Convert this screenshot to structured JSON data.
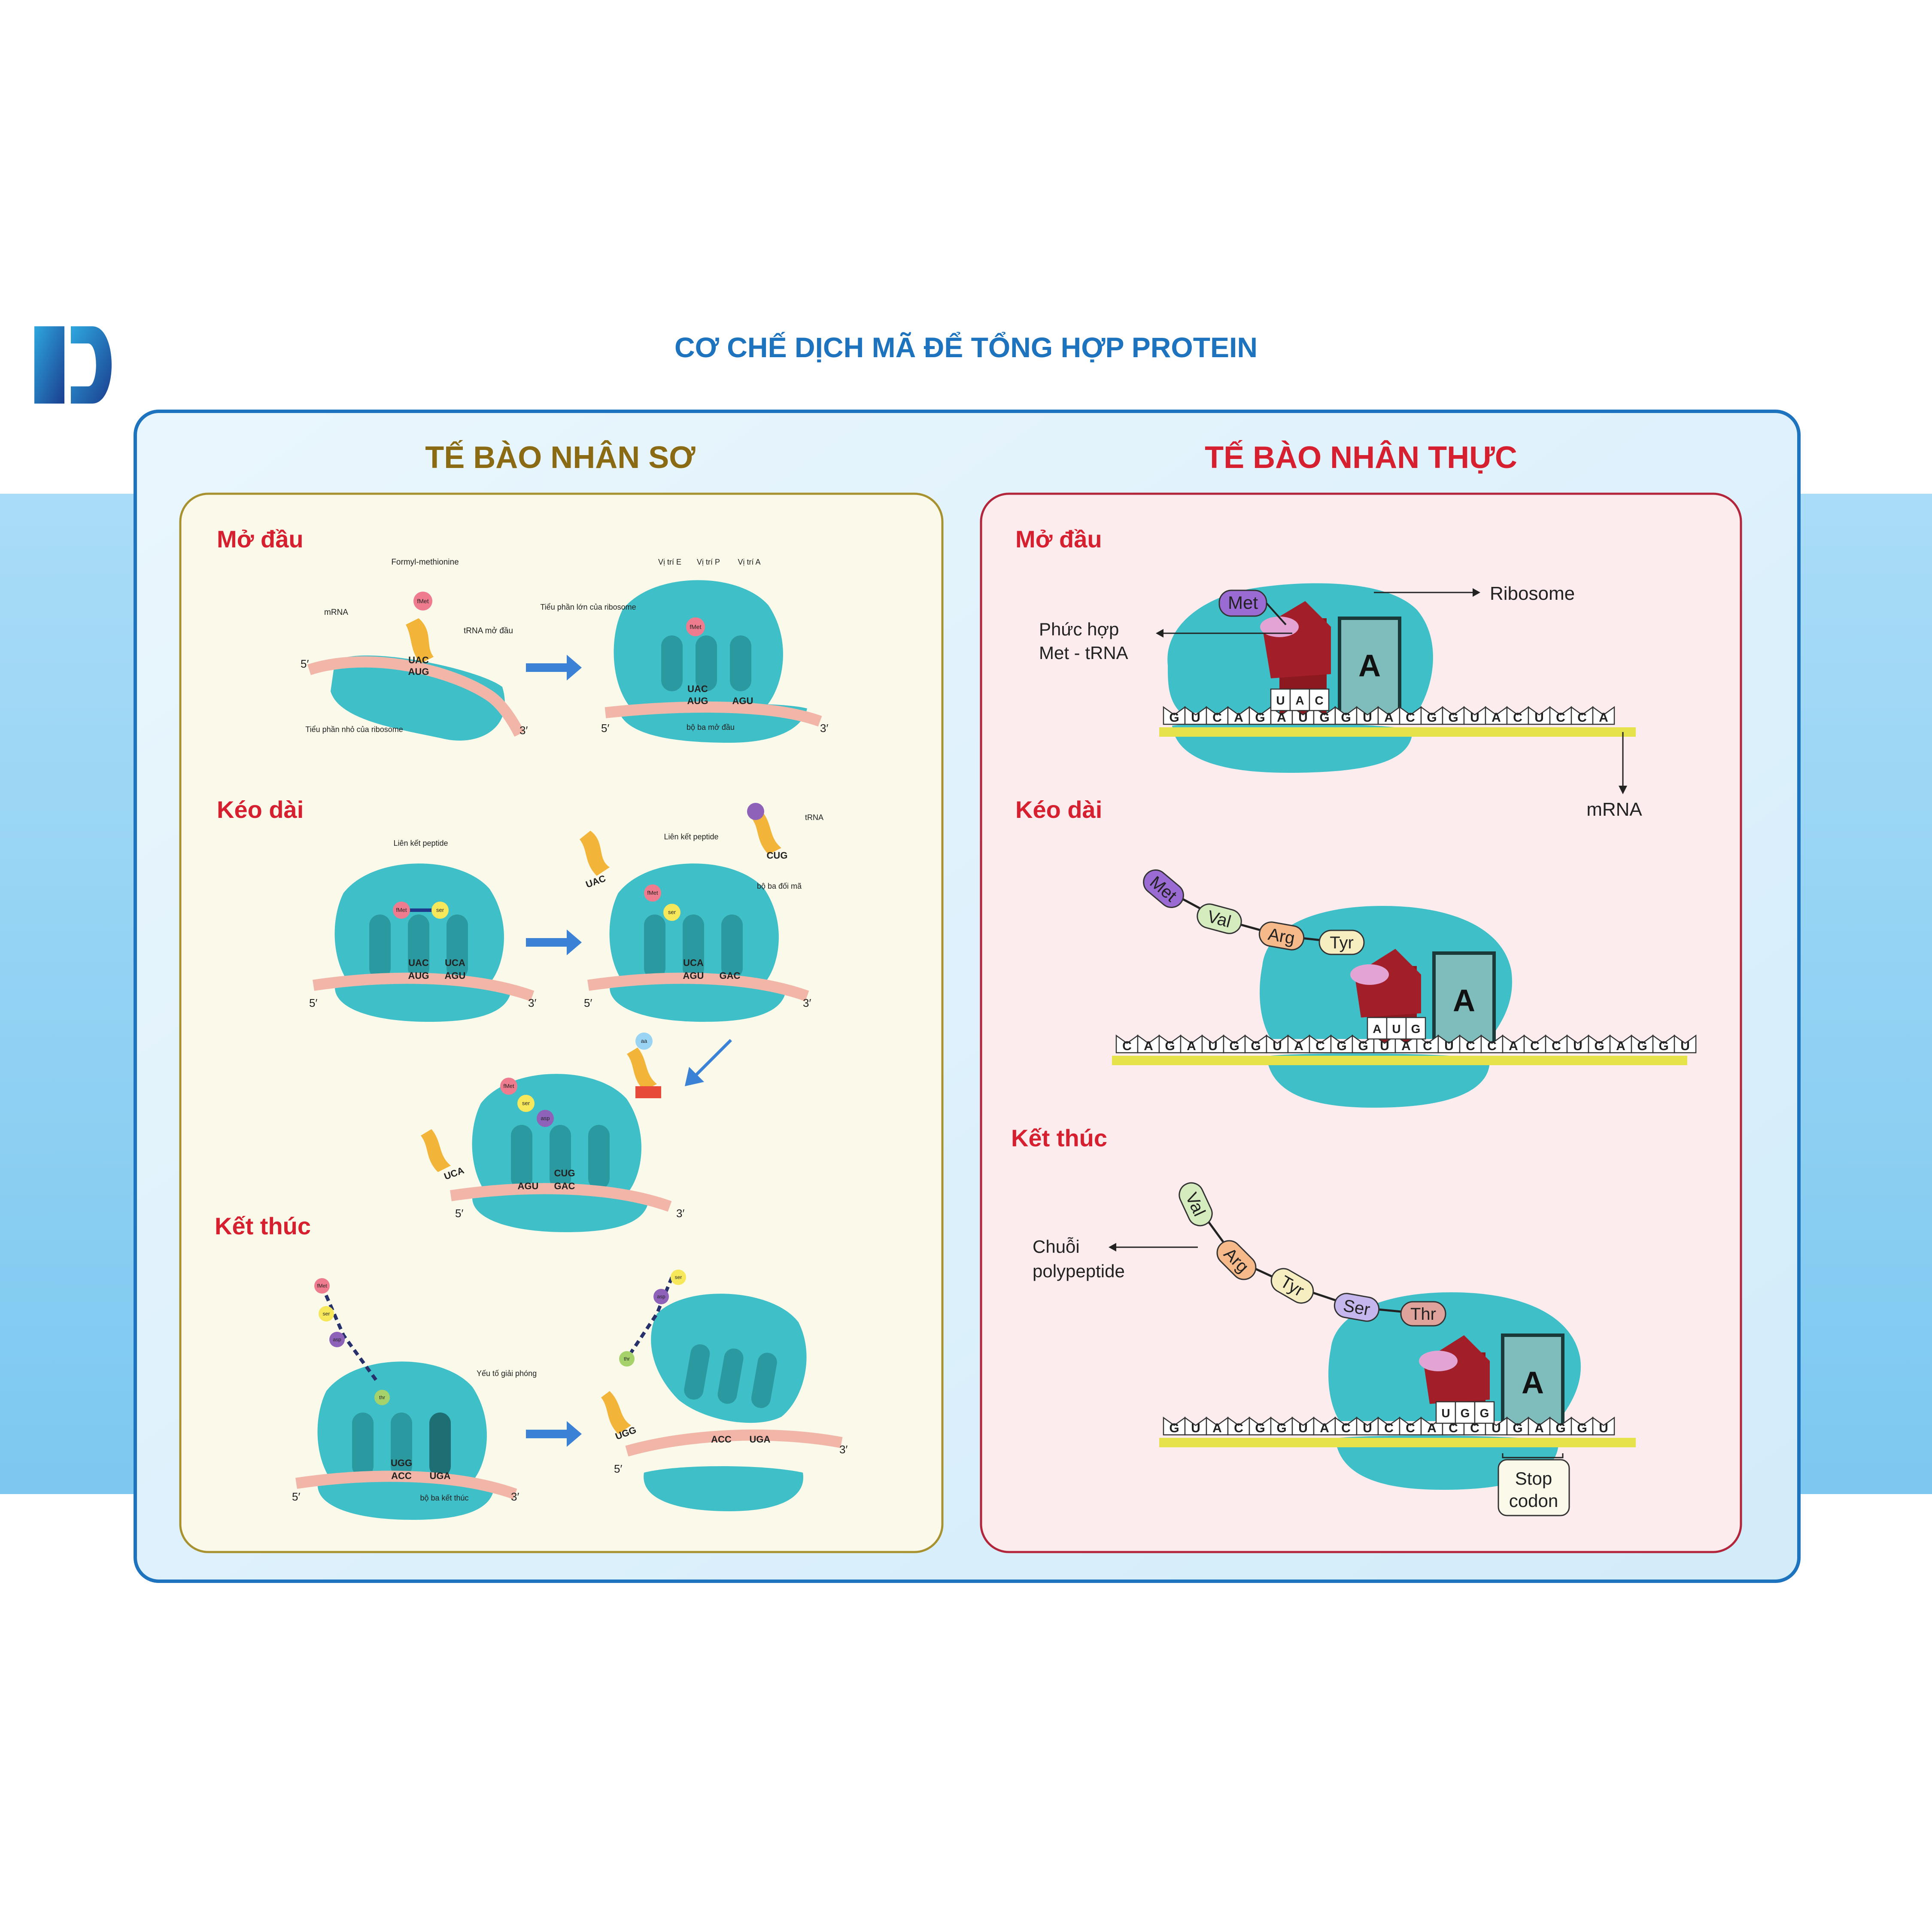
{
  "colors": {
    "title_blue": "#1e73be",
    "prok_title": "#8a6a12",
    "euk_title": "#d62030",
    "stage_red": "#d62030",
    "ribosome": "#3fc0c8",
    "ribosome_dark": "#2a9aa0",
    "trna": "#f3b43a",
    "mrna_line": "#e6e24a",
    "frame_blue": "#1e73be"
  },
  "page": {
    "title": "CƠ CHẾ DỊCH MÃ ĐỂ TỔNG HỢP PROTEIN"
  },
  "prokaryote": {
    "title": "TẾ BÀO NHÂN SƠ",
    "stages": {
      "initiation": "Mở đầu",
      "elongation": "Kéo dài",
      "termination": "Kết thúc"
    },
    "labels": {
      "formyl_methionine": "Formyl-methionine",
      "mrna": "mRNA",
      "initiator_trna": "tRNA mở đầu",
      "small_subunit": "Tiểu phần nhỏ của ribosome",
      "large_subunit": "Tiểu phần lớn của ribosome",
      "site_e": "Vị trí E",
      "site_p": "Vị trí P",
      "site_a": "Vị trí A",
      "start_codon": "bộ ba mở đầu",
      "peptide_bond_1": "Liên kết peptide",
      "peptide_bond_2": "Liên kết peptide",
      "trna": "tRNA",
      "anticodon": "bộ ba đối mã",
      "release_factor": "Yếu tố giải phóng",
      "stop_codon": "bộ ba kết thúc",
      "five_prime": "5′",
      "three_prime": "3′"
    },
    "amino_acids": {
      "fmet": "fMet",
      "ser": "ser",
      "asp": "asp",
      "thr": "thr",
      "aa": "aa"
    },
    "codons": {
      "uac": "UAC",
      "aug": "AUG",
      "agu": "AGU",
      "uca": "UCA",
      "gac": "GAC",
      "cug": "CUG",
      "ugg": "UGG",
      "acc": "ACC",
      "uga": "UGA"
    }
  },
  "eukaryote": {
    "title": "TẾ BÀO NHÂN THỰC",
    "stages": {
      "initiation": "Mở đầu",
      "elongation": "Kéo dài",
      "termination": "Kết thúc"
    },
    "labels": {
      "met": "Met",
      "ribosome": "Ribosome",
      "complex_line1": "Phức hợp",
      "complex_line2": "Met - tRNA",
      "site_a": "A",
      "mrna": "mRNA",
      "chain_line1": "Chuỗi",
      "chain_line2": "polypeptide",
      "stop_line1": "Stop",
      "stop_line2": "codon"
    },
    "initiation": {
      "anticodon": "UAC",
      "mrna_sequence": "GUCAGAUGGUACGGUACUCCA"
    },
    "elongation": {
      "chain": [
        "Met",
        "Val",
        "Arg",
        "Tyr"
      ],
      "anticodon": "AUG",
      "mrna_sequence": "CAGAUGGUACGGUACUCCACCUGAGGU"
    },
    "termination": {
      "chain": [
        "Val",
        "Arg",
        "Tyr",
        "Ser",
        "Thr"
      ],
      "anticodon": "UGG",
      "mrna_sequence": "GUACGGUACUCCACCUGAGGU"
    }
  }
}
